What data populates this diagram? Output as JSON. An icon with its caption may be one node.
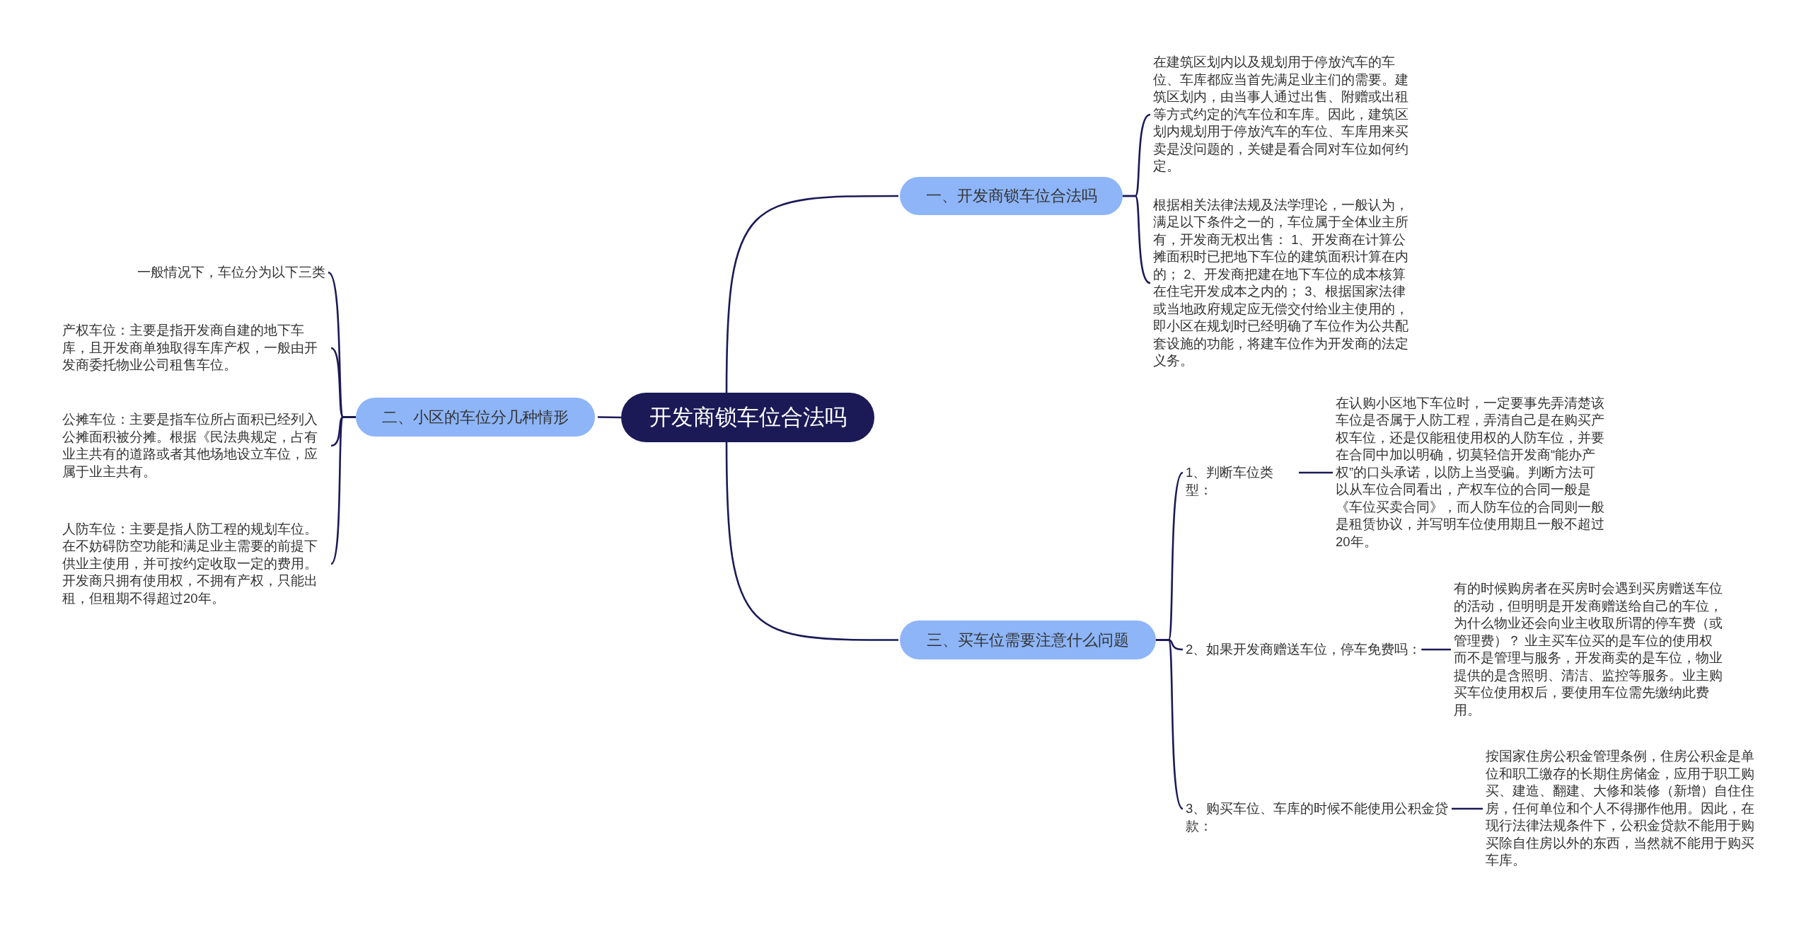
{
  "diagram": {
    "nodes": [
      {
        "text": [
          "开发商锁车位合法吗"
        ]
      },
      {
        "text": [
          "一、开发商锁车位合法吗"
        ]
      },
      {
        "text": [
          "在建筑区划内以及规划用于停放汽车的车位、车库都应当首先满足业主们的需要。建筑区划内，由当事人通过出售、附赠或出租等方式约定的汽车位和车库。因此，建筑区划内规划用于停放汽车的车位、车库用来买卖是没问题的，关键是看合同对车位如何约定。"
        ]
      },
      {
        "text": [
          "根据相关法律法规及法学理论，一般认为，满足以下条件之一的，车位属于全体业主所有，开发商无权出售： 1、开发商在计算公摊面积时已把地下车位的建筑面积计算在内的； 2、开发商把建在地下车位的成本核算在住宅开发成本之内的； 3、根据国家法律或当地政府规定应无偿交付给业主使用的，即小区在规划时已经明确了车位作为公共配套设施的功能，将建车位作为开发商的法定义务。"
        ]
      },
      {
        "text": [
          "二、小区的车位分几种情形"
        ]
      },
      {
        "text": [
          "一般情况下，车位分为以下三类"
        ]
      },
      {
        "text": [
          "产权车位：主要是指开发商自建的地下车库，且开发商单独取得车库产权，一般由开发商委托物业公司租售车位。"
        ]
      },
      {
        "text": [
          "公摊车位：主要是指车位所占面积已经列入公摊面积被分摊。根据《民法典规定，占有业主共有的道路或者其他场地设立车位，应属于业主共有。"
        ]
      },
      {
        "text": [
          "人防车位：主要是指人防工程的规划车位。在不妨碍防空功能和满足业主需要的前提下供业主使用，并可按约定收取一定的费用。开发商只拥有使用权，不拥有产权，只能出租，但租期不得超过20年。"
        ]
      },
      {
        "text": [
          "三、买车位需要注意什么问题"
        ]
      },
      {
        "text": [
          "1、判断车位类型："
        ]
      },
      {
        "text": [
          "在认购小区地下车位时，一定要事先弄清楚该车位是否属于人防工程，弄清自己是在购买产权车位，还是仅能租使用权的人防车位，并要在合同中加以明确，切莫轻信开发商“能办产权”的口头承诺，以防上当受骗。判断方法可以从车位合同看出，产权车位的合同一般是《车位买卖合同》，而人防车位的合同则一般是租赁协议，并写明车位使用期且一般不超过20年。"
        ]
      },
      {
        "text": [
          "2、如果开发商赠送车位，停车免费吗："
        ]
      },
      {
        "text": [
          "有的时候购房者在买房时会遇到买房赠送车位的活动，但明明是开发商赠送给自己的车位，为什么物业还会向业主收取所谓的停车费（或管理费）？ 业主买车位买的是车位的使用权而不是管理与服务，开发商卖的是车位，物业提供的是含照明、清洁、监控等服务。业主购买车位使用权后，要使用车位需先缴纳此费用。"
        ]
      },
      {
        "text": [
          "3、购买车位、车库的时候不能使用公积金贷款："
        ]
      },
      {
        "text": [
          "按国家住房公积金管理条例，住房公积金是单位和职工缴存的长期住房储金，应用于职工购买、建造、翻建、大修和装修（新增）自住住房，任何单位和个人不得挪作他用。因此，在现行法律法规条件下，公积金贷款不能用于购买除自住房以外的东西，当然就不能用于购买车库。"
        ]
      }
    ],
    "edges": [
      {
        "from": 0,
        "to": 1,
        "arrow": "none"
      },
      {
        "from": 1,
        "to": 2,
        "arrow": "none"
      },
      {
        "from": 1,
        "to": 3,
        "arrow": "none"
      },
      {
        "from": 0,
        "to": 4,
        "arrow": "none"
      },
      {
        "from": 4,
        "to": 5,
        "arrow": "none"
      },
      {
        "from": 4,
        "to": 6,
        "arrow": "none"
      },
      {
        "from": 4,
        "to": 7,
        "arrow": "none"
      },
      {
        "from": 4,
        "to": 8,
        "arrow": "none"
      },
      {
        "from": 0,
        "to": 9,
        "arrow": "none"
      },
      {
        "from": 9,
        "to": 10,
        "arrow": "none"
      },
      {
        "from": 10,
        "to": 11,
        "arrow": "none"
      },
      {
        "from": 9,
        "to": 12,
        "arrow": "none"
      },
      {
        "from": 12,
        "to": 13,
        "arrow": "none"
      },
      {
        "from": 9,
        "to": 14,
        "arrow": "none"
      },
      {
        "from": 14,
        "to": 15,
        "arrow": "none"
      }
    ]
  }
}
